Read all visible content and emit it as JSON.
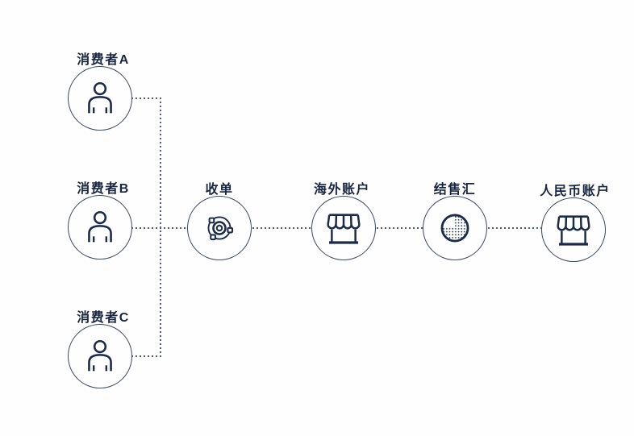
{
  "diagram": {
    "consumers": [
      {
        "label": "消费者A",
        "icon": "person-icon"
      },
      {
        "label": "消费者B",
        "icon": "person-icon"
      },
      {
        "label": "消费者C",
        "icon": "person-icon"
      }
    ],
    "flow": [
      {
        "label": "收单",
        "icon": "camera-lens-icon"
      },
      {
        "label": "海外账户",
        "icon": "storefront-icon"
      },
      {
        "label": "结售汇",
        "icon": "dotted-sphere-icon"
      },
      {
        "label": "人民币账户",
        "icon": "storefront-icon"
      }
    ],
    "colors": {
      "icon_stroke": "#1c2b47",
      "circle_stroke": "#3c4861",
      "connector": "#525d74",
      "text": "#18253f",
      "background": "#fefefe"
    }
  }
}
